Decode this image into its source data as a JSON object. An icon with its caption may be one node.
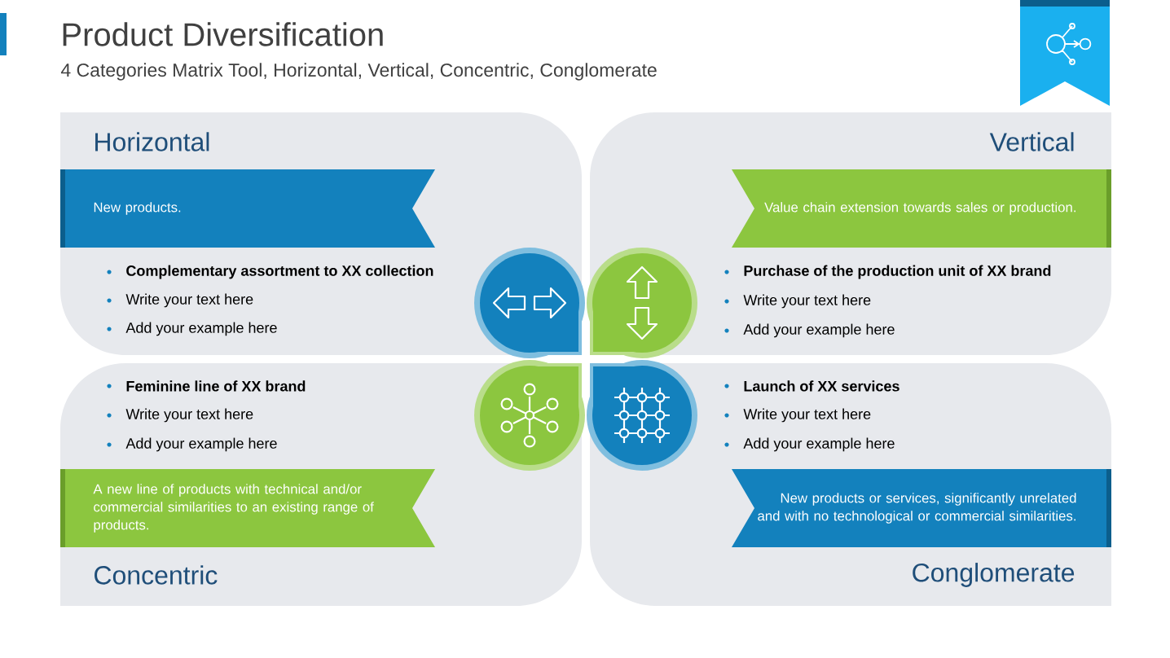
{
  "diagram": {
    "title": "Product Diversification",
    "nodes": [
      {
        "text": [
          "Horizontal",
          "Complementary assortment to XX collection",
          "Write your text here",
          "Add your example here"
        ]
      },
      {
        "text": [
          "New products."
        ],
        "in": 0
      },
      {
        "text": [
          "Vertical",
          "Purchase of the production unit of XX brand",
          "Write your text here",
          "Add your example here"
        ]
      },
      {
        "text": [
          "Value chain extension towards sales or production."
        ],
        "in": 2
      },
      {
        "text": [
          "Feminine line of XX brand",
          "Write your text here",
          "Add your example here",
          "Concentric"
        ]
      },
      {
        "text": [
          "A new line of products with technical and/or commercial similarities to an existing range of products."
        ],
        "in": 4
      },
      {
        "text": [
          "Launch of XX services",
          "Write your text here",
          "Add your example here",
          "Conglomerate"
        ]
      },
      {
        "text": [
          "New products or services, significantly unrelated and with no technological or commercial similarities."
        ],
        "in": 6
      }
    ],
    "labels": [
      "4 Categories Matrix Tool, Horizontal, Vertical, Concentric, Conglomerate"
    ]
  }
}
